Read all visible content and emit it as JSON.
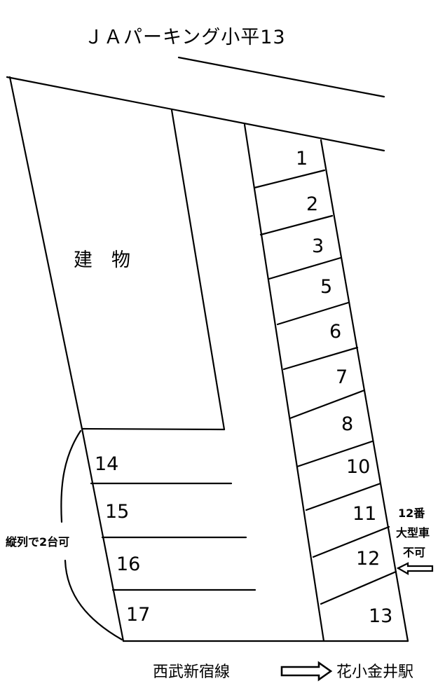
{
  "title": "ＪＡパーキング小平13",
  "building_label": "建　物",
  "spaces": [
    "1",
    "2",
    "3",
    "5",
    "6",
    "7",
    "8",
    "10",
    "11",
    "12",
    "13",
    "14",
    "15",
    "16",
    "17"
  ],
  "tandem_note": "縦列で2台可",
  "space12_note": [
    "12番",
    "大型車",
    "不可"
  ],
  "railway_line": "西武新宿線",
  "station": "花小金井駅"
}
